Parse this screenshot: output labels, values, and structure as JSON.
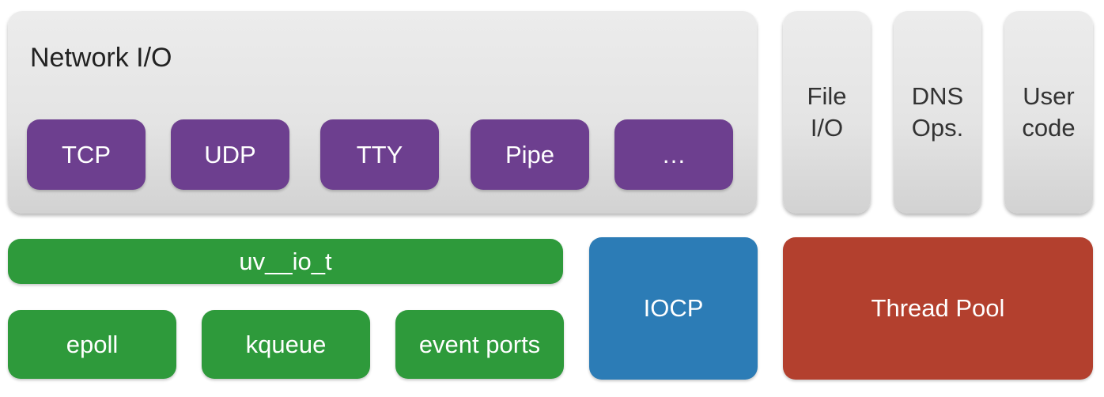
{
  "network_io": {
    "title": "Network I/O",
    "handles": [
      "TCP",
      "UDP",
      "TTY",
      "Pipe",
      "…"
    ]
  },
  "side_boxes": [
    {
      "line1": "File",
      "line2": "I/O"
    },
    {
      "line1": "DNS",
      "line2": "Ops."
    },
    {
      "line1": "User",
      "line2": "code"
    }
  ],
  "uv_io_t": "uv__io_t",
  "backends": [
    "epoll",
    "kqueue",
    "event ports"
  ],
  "iocp": "IOCP",
  "thread_pool": "Thread Pool",
  "colors": {
    "handle": "#6d3f8f",
    "unix_backend": "#2e9a3b",
    "iocp": "#2c7cb6",
    "thread_pool": "#b3402e"
  }
}
